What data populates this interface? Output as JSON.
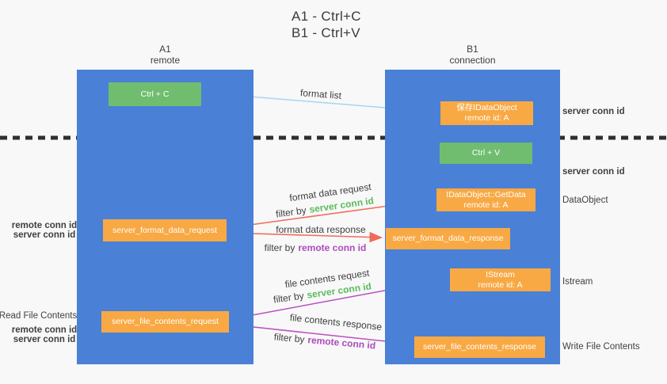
{
  "title": {
    "line1": "A1 - Ctrl+C",
    "line2": "B1 - Ctrl+V"
  },
  "lanes": {
    "left": {
      "name": "A1",
      "subtitle": "remote"
    },
    "right": {
      "name": "B1",
      "subtitle": "connection"
    }
  },
  "nodes": {
    "ctrl_c": "Ctrl + C",
    "ctrl_v": "Ctrl + V",
    "save_idataobject": {
      "line1": "保存IDataObject",
      "line2": "remote id: A"
    },
    "idataobject_getdata": {
      "line1": "IDataObject::GetData",
      "line2": "remote id: A"
    },
    "istream": {
      "line1": "IStream",
      "line2": "remote id: A"
    },
    "server_format_data_request": "server_format_data_request",
    "server_format_data_response": "server_format_data_response",
    "server_file_contents_request": "server_file_contents_request",
    "server_file_contents_response": "server_file_contents_response"
  },
  "edge_labels": {
    "format_list": "format list",
    "format_data_request": "format data request",
    "format_data_response": "format data response",
    "file_contents_request": "file contents request",
    "file_contents_response": "file contents response",
    "filter_by": "filter by",
    "server_conn_id": "server conn id",
    "remote_conn_id": "remote conn id"
  },
  "side_labels": {
    "server_conn_id": "server conn id",
    "remote_conn_id": "remote conn id",
    "dataobject": "DataObject",
    "istream": "Istream",
    "read_file_contents": "Read File Contents",
    "write_file_contents": "Write File Contents"
  },
  "colors": {
    "lane_blue": "#4a80d6",
    "box_green": "#70bd70",
    "box_orange": "#f8a944",
    "arrow_red": "#ee6c5a",
    "arrow_magenta": "#bb4fc4",
    "arrow_lightblue": "#a5d5f2",
    "arrow_black": "#2b2b2b",
    "text_green": "#5cba5c",
    "text_purple": "#ad4bbd",
    "text_dark": "#3f3f3f",
    "background": "#f8f8f8"
  }
}
